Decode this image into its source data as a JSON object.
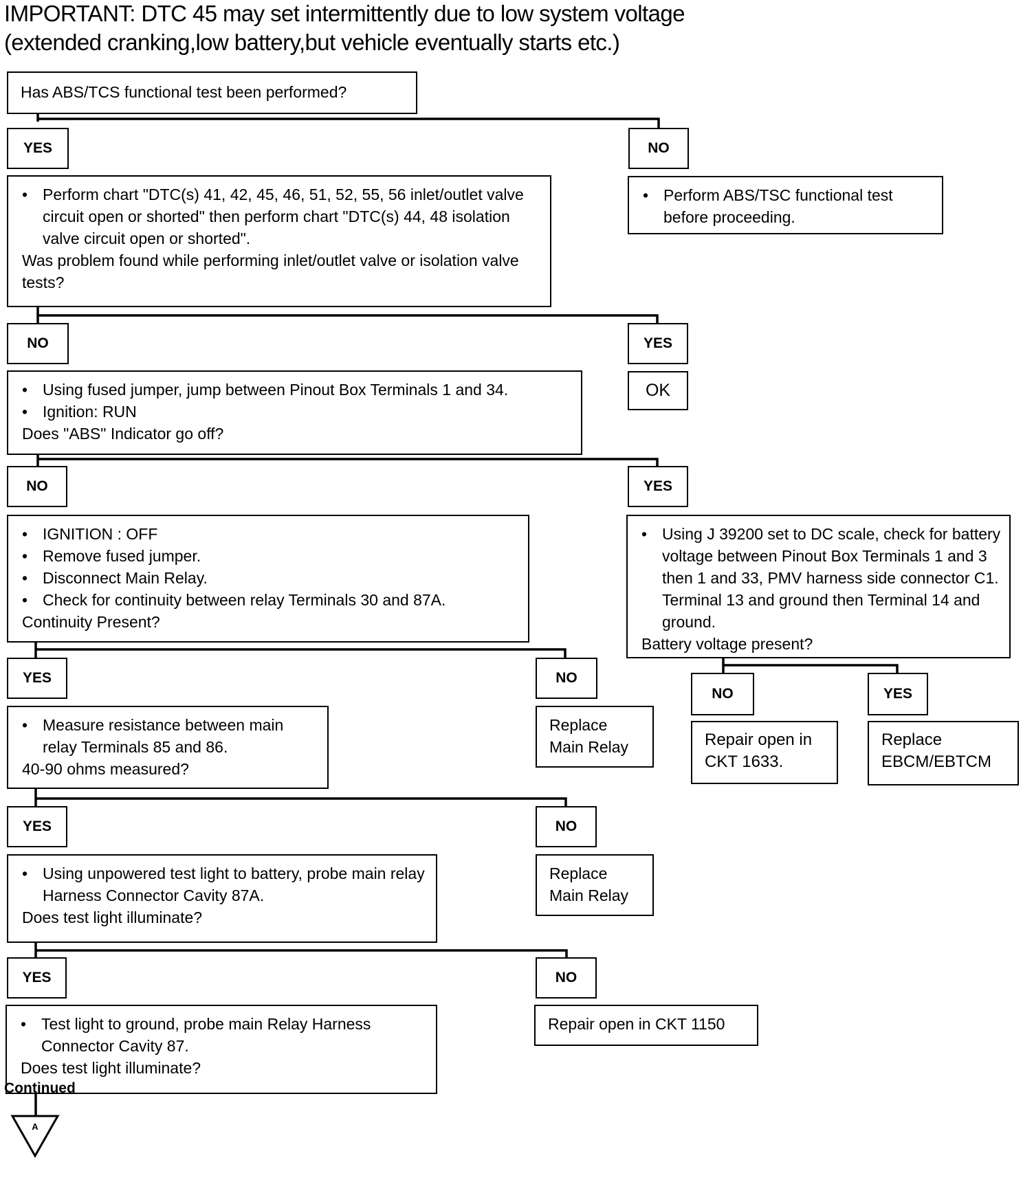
{
  "note": {
    "line1": "IMPORTANT: DTC 45 may set intermittently due to low system voltage",
    "line2": "(extended cranking,low battery,but vehicle  eventually starts etc.)"
  },
  "labels": {
    "yes": "YES",
    "no": "NO"
  },
  "boxes": {
    "q1": "Has ABS/TCS functional test been performed?",
    "no1": "Perform ABS/TSC functional test before proceeding.",
    "q2_bullet": "Perform chart \"DTC(s) 41, 42, 45, 46, 51, 52, 55, 56 inlet/outlet valve circuit open or shorted\" then perform chart \"DTC(s) 44, 48 isolation valve circuit open or shorted\".",
    "q2_question": "Was problem found while performing inlet/outlet valve or isolation valve tests?",
    "ok": "OK",
    "q3_b1": "Using fused jumper, jump between Pinout Box Terminals 1 and 34.",
    "q3_b2": "Ignition: RUN",
    "q3_question": "Does \"ABS\" Indicator go off?",
    "q4_b1": "IGNITION : OFF",
    "q4_b2": "Remove fused jumper.",
    "q4_b3": "Disconnect Main Relay.",
    "q4_b4": "Check for continuity between relay Terminals 30 and 87A.",
    "q4_question": "Continuity Present?",
    "q5_bullet": "Using J 39200 set to DC scale, check for battery voltage between Pinout Box Terminals 1 and 3 then 1 and 33, PMV harness side connector C1. Terminal 13 and ground then Terminal 14 and ground.",
    "q5_question": "Battery voltage present?",
    "replace_relay_1": "Replace Main Relay",
    "repair_1633": "Repair open in CKT 1633.",
    "replace_ebcm": "Replace EBCM/EBTCM",
    "q6_bullet": "Measure resistance between main relay Terminals 85 and 86.",
    "q6_question": "40-90 ohms measured?",
    "replace_relay_2": "Replace Main Relay",
    "q7_bullet": "Using unpowered test light to battery, probe main relay Harness Connector Cavity 87A.",
    "q7_question": "Does test light illuminate?",
    "q8_bullet": "Test light to ground, probe main Relay Harness Connector Cavity 87.",
    "q8_question": "Does test light illuminate?",
    "repair_1150": "Repair open in CKT 1150"
  },
  "connector": {
    "symbol": "A",
    "caption": "Continued"
  }
}
